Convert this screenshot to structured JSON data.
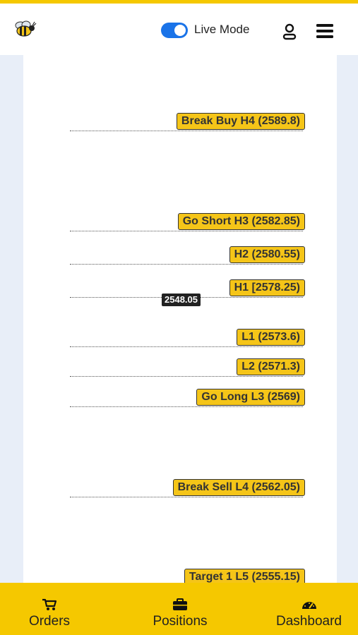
{
  "header": {
    "live_mode_label": "Live Mode",
    "live_mode_on": true
  },
  "levels": [
    {
      "label": "Break Buy H4 (2589.8)"
    },
    {
      "label": "Go Short H3 (2582.85)"
    },
    {
      "label": "H2 (2580.55)"
    },
    {
      "label": "H1 [2578.25)"
    },
    {
      "label": "L1 (2573.6)"
    },
    {
      "label": "L2 (2571.3)"
    },
    {
      "label": "Go Long L3 (2569)"
    },
    {
      "label": "Break Sell L4 (2562.05)"
    },
    {
      "label": "Target 1 L5 (2555.15)"
    }
  ],
  "current_price": "2548.05",
  "nav": {
    "orders": "Orders",
    "positions": "Positions",
    "dashboard": "Dashboard"
  },
  "colors": {
    "brand_yellow": "#f5c800",
    "toggle_blue": "#1a73e8",
    "side_panel": "#e8eef8"
  }
}
